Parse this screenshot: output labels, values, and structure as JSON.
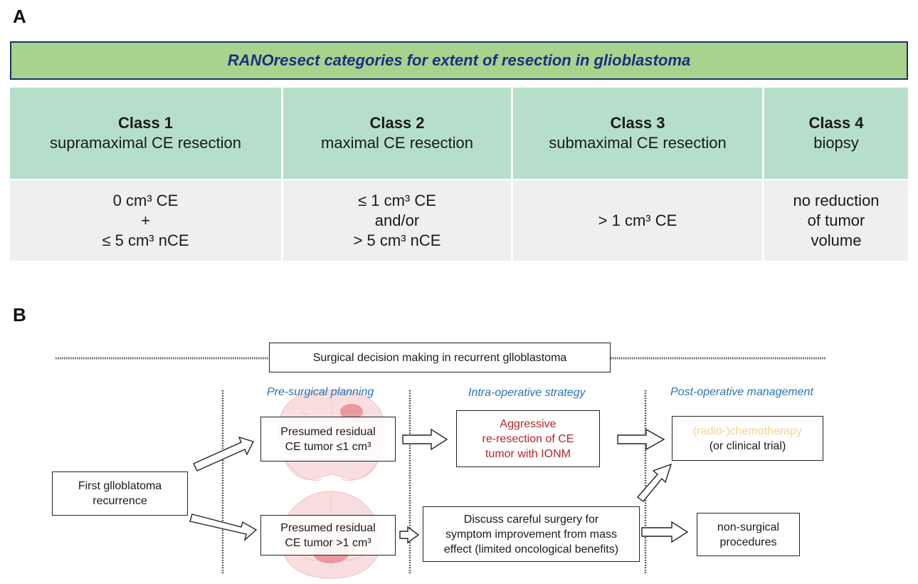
{
  "panel_a": {
    "label": "A",
    "title": "RANOresect categories for extent of resection in glioblastoma",
    "classes": [
      {
        "name": "Class 1",
        "subtitle": "supramaximal CE resection",
        "criteria": [
          "0 cm³ CE",
          "+",
          "≤ 5 cm³ nCE"
        ]
      },
      {
        "name": "Class 2",
        "subtitle": "maximal CE resection",
        "criteria": [
          "≤ 1 cm³ CE",
          "and/or",
          "> 5 cm³ nCE"
        ]
      },
      {
        "name": "Class 3",
        "subtitle": "submaximal CE resection",
        "criteria": [
          "> 1 cm³ CE"
        ]
      },
      {
        "name": "Class 4",
        "subtitle": "biopsy",
        "criteria": [
          "no reduction",
          "of tumor",
          "volume"
        ]
      }
    ]
  },
  "panel_b": {
    "label": "B",
    "title": "Surgical decision making in recurrent glloblastoma",
    "phases": [
      "Pre-surgical planning",
      "Intra-operative strategy",
      "Post-operative management"
    ],
    "start": [
      "First glloblatoma",
      "recurrence"
    ],
    "upper_residual": [
      "Presumed residual",
      "CE tumor ≤1 cm³"
    ],
    "lower_residual": [
      "Presumed residual",
      "CE tumor >1 cm³"
    ],
    "aggressive": [
      "Aggressive",
      "re-resection of CE",
      "tumor with IONM"
    ],
    "discuss": [
      "Discuss careful surgery for",
      "symptom improvement from mass",
      "effect (limited oncological benefits)"
    ],
    "chemo": [
      "(radio-)chemotherapy",
      "(or clinical trial)"
    ],
    "nonsurgical": [
      "non-surgical",
      "procedures"
    ]
  },
  "colors": {
    "title_fill": "#a7d38c",
    "title_text": "#1c2f82",
    "header_fill": "#b6dfcb",
    "body_fill": "#efefef",
    "phase_text": "#2a73b8",
    "aggressive_text": "#b3262c",
    "chemo_text": "#f0d48a",
    "brain_tint": "#f2b3b6"
  }
}
